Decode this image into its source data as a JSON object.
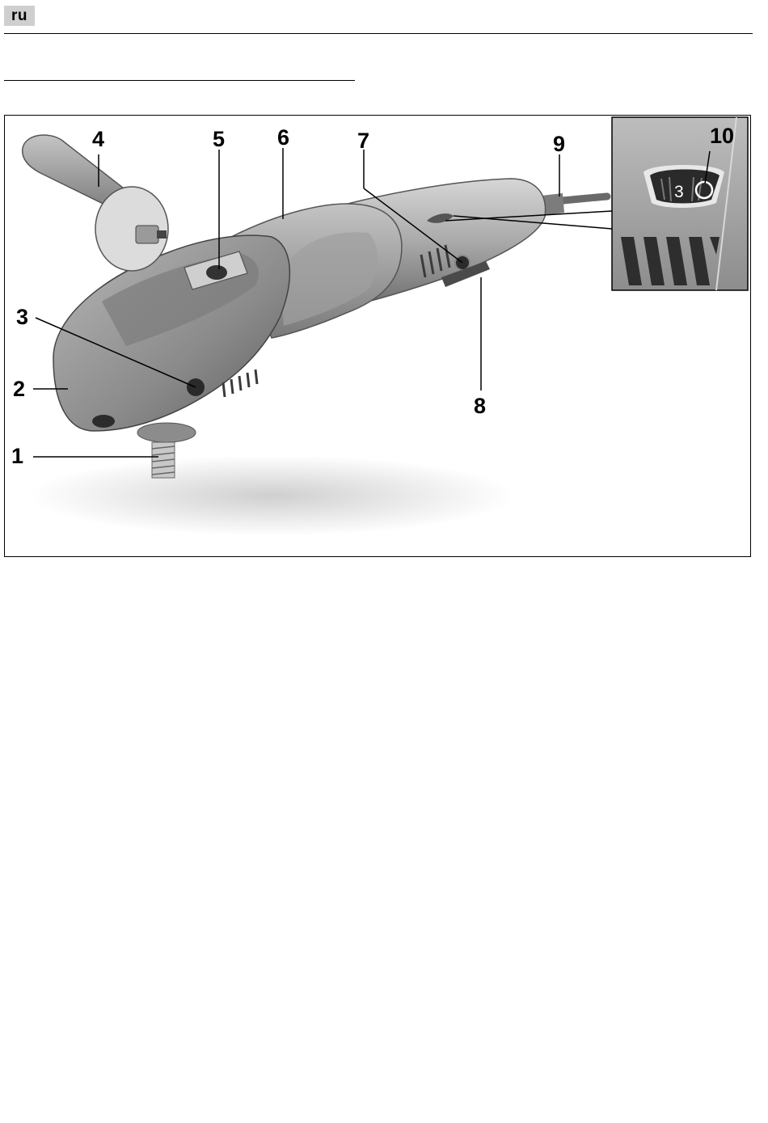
{
  "header": {
    "language_code": "ru"
  },
  "figure": {
    "callouts": [
      "1",
      "2",
      "3",
      "4",
      "5",
      "6",
      "7",
      "8",
      "9",
      "10"
    ],
    "inset": {
      "dial_value": "3"
    }
  }
}
